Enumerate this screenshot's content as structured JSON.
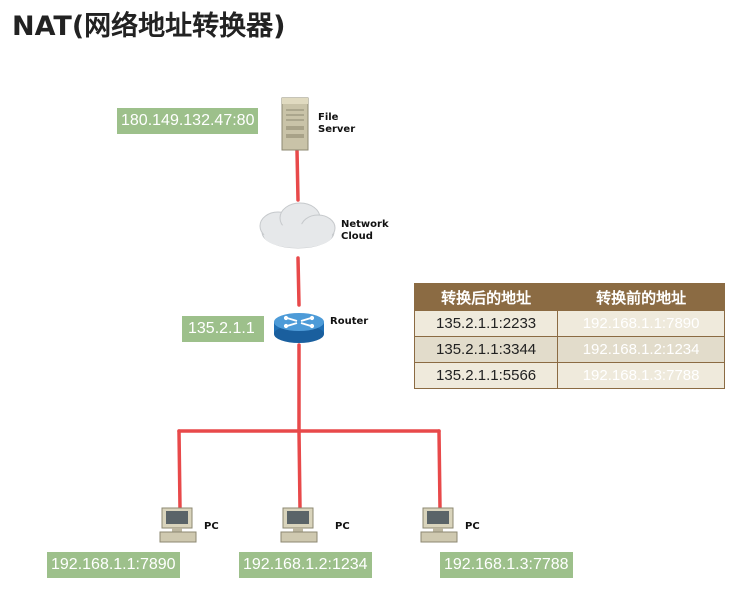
{
  "title": "NAT(网络地址转换器)",
  "devices": {
    "file_server": {
      "label": "File Server",
      "address": "180.149.132.47:80"
    },
    "cloud": {
      "label": "Network Cloud"
    },
    "router": {
      "label": "Router",
      "address": "135.2.1.1"
    },
    "pcs": [
      {
        "label": "PC",
        "address": "192.168.1.1:7890"
      },
      {
        "label": "PC",
        "address": "192.168.1.2:1234"
      },
      {
        "label": "PC",
        "address": "192.168.1.3:7788"
      }
    ]
  },
  "nat_table": {
    "headers": [
      "转换后的地址",
      "转换前的地址"
    ],
    "rows": [
      [
        "135.2.1.1:2233",
        "192.168.1.1:7890"
      ],
      [
        "135.2.1.1:3344",
        "192.168.1.2:1234"
      ],
      [
        "135.2.1.1:5566",
        "192.168.1.3:7788"
      ]
    ]
  },
  "colors": {
    "link": "#e8494a",
    "address_bg": "#9dc08b",
    "table_header": "#8b6b43"
  }
}
